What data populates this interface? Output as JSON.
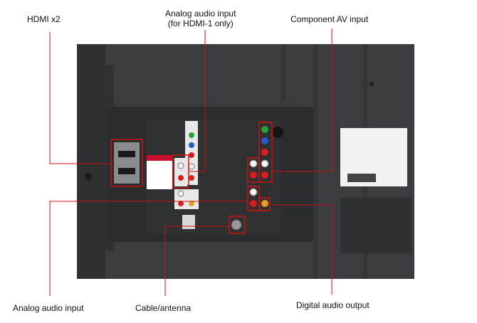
{
  "labels": {
    "hdmi": "HDMI x2",
    "analog_hdmi_line1": "Analog audio input",
    "analog_hdmi_line2": "(for HDMI-1 only)",
    "component": "Component AV input",
    "analog_audio": "Analog audio input",
    "cable": "Cable/antenna",
    "digital": "Digital audio output"
  },
  "colors": {
    "callout": "#d01010",
    "panel": "#3a3b3e",
    "panel_dark": "#252628"
  }
}
